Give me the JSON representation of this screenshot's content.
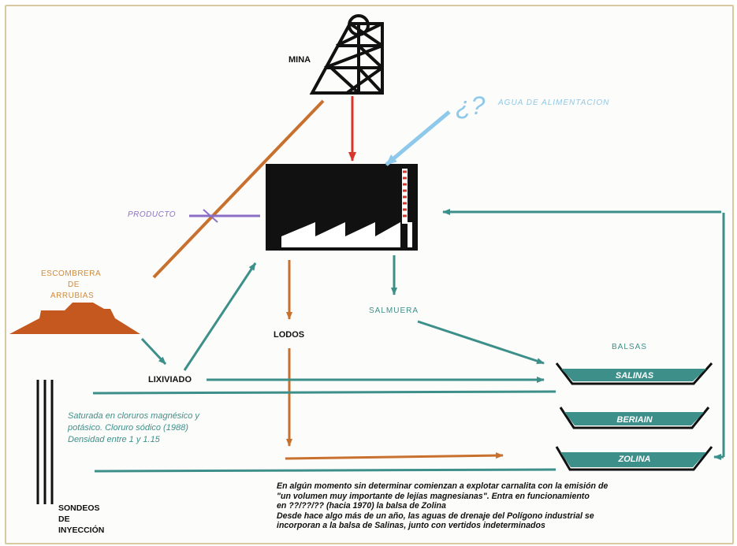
{
  "labels": {
    "mina": "MINA",
    "question": "¿?",
    "agua": "AGUA DE ALIMENTACION",
    "producto": "PRODUCTO",
    "escombrera_1": "ESCOMBRERA",
    "escombrera_2": "DE",
    "escombrera_3": "ARRUBIAS",
    "salmuera": "SALMUERA",
    "lodos": "LODOS",
    "lixiviado": "LIXIVIADO",
    "balsas": "BALSAS",
    "salinas": "SALINAS",
    "beriain": "BERIAIN",
    "zolina": "ZOLINA",
    "sondeos_1": "SONDEOS",
    "sondeos_2": "DE",
    "sondeos_3": "INYECCIÓN"
  },
  "teal_note": {
    "line1": "Saturada en cloruros magnésico y",
    "line2": "potásico. Cloruro sódico (1988)",
    "line3": "Densidad entre 1 y 1.15"
  },
  "bottom_note": {
    "line1": "En algún momento sin determinar comienzan a explotar carnalita con la emisión de",
    "line2": "\"un volumen muy importante de lejías magnesianas\". Entra en funcionamiento",
    "line3": "en ??/??/?? (hacia 1970) la balsa de Zolina",
    "line4": "Desde hace algo más de un año, las aguas de drenaje del Polígono industrial se",
    "line5": "incorporan a la balsa de Salinas, junto con vertidos indeterminados"
  },
  "colors": {
    "teal": "#3d8f8a",
    "orange": "#c8702e",
    "red": "#d9362b",
    "light_blue": "#8ec8ea",
    "purple": "#8b6fc7",
    "black": "#111111"
  }
}
